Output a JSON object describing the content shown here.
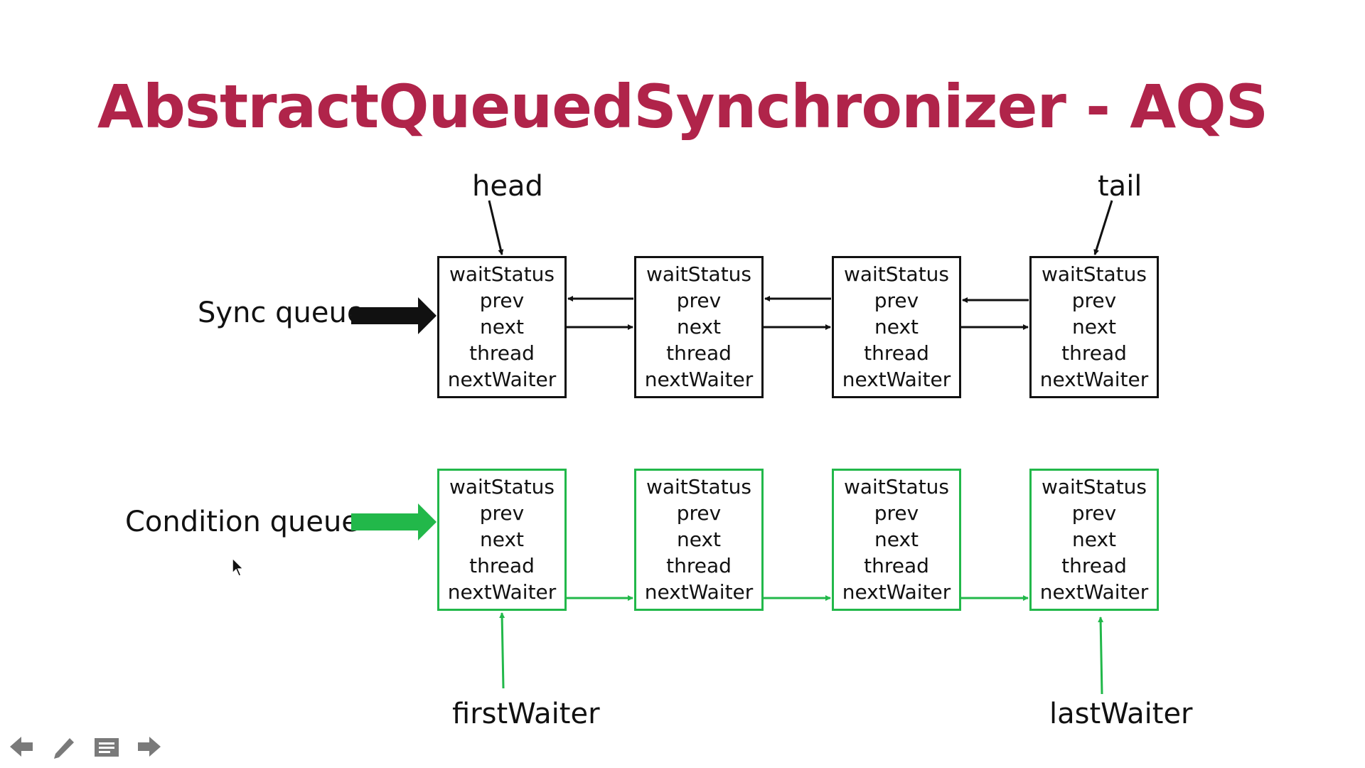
{
  "title": "AbstractQueuedSynchronizer - AQS",
  "labels": {
    "head": "head",
    "tail": "tail",
    "sync_queue": "Sync queue",
    "condition_queue": "Condition queue",
    "first_waiter": "firstWaiter",
    "last_waiter": "lastWaiter"
  },
  "node_fields": [
    "waitStatus",
    "prev",
    "next",
    "thread",
    "nextWaiter"
  ],
  "colors": {
    "title": "#b0244a",
    "sync_border": "#111111",
    "condition_border": "#22b84a"
  },
  "toolbar": {
    "icons": [
      "arrow-left-icon",
      "pen-icon",
      "menu-icon",
      "arrow-right-icon"
    ]
  }
}
